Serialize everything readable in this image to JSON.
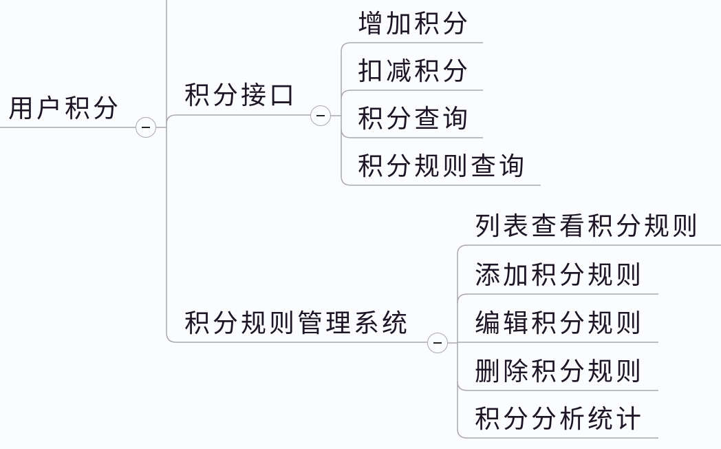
{
  "mindmap": {
    "root": {
      "label": "用户积分",
      "toggle": "collapse-minus"
    },
    "branches": [
      {
        "label": "积分接口",
        "toggle": "collapse-minus",
        "children": [
          {
            "label": "增加积分"
          },
          {
            "label": "扣减积分"
          },
          {
            "label": "积分查询"
          },
          {
            "label": "积分规则查询"
          }
        ]
      },
      {
        "label": "积分规则管理系统",
        "toggle": "collapse-minus",
        "children": [
          {
            "label": "列表查看积分规则"
          },
          {
            "label": "添加积分规则"
          },
          {
            "label": "编辑积分规则"
          },
          {
            "label": "删除积分规则"
          },
          {
            "label": "积分分析统计"
          }
        ]
      }
    ],
    "colors": {
      "background": "#fbfcfe",
      "line": "#a8a8ad",
      "text": "#1e1526"
    }
  }
}
